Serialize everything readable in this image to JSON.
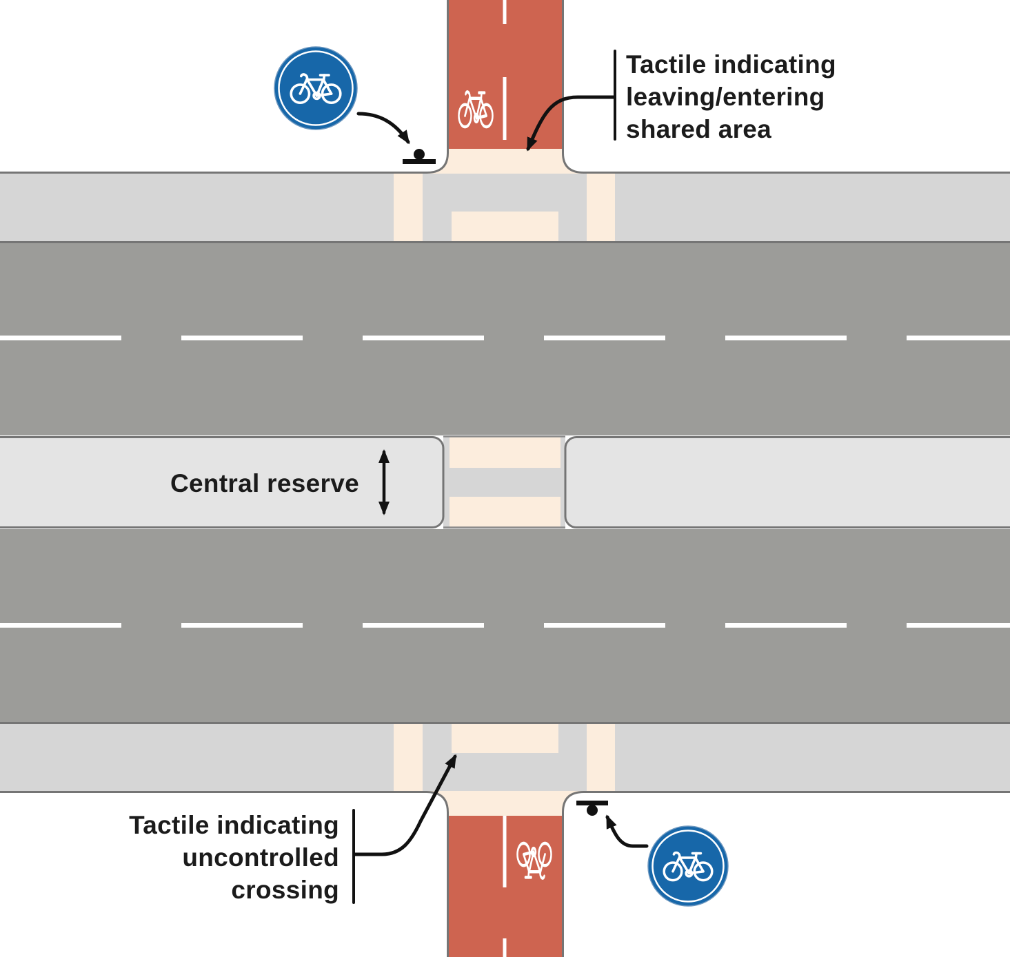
{
  "labels": {
    "tactile_shared": {
      "lines": [
        "Tactile indicating",
        "leaving/entering",
        "shared area"
      ]
    },
    "central_reserve": {
      "text": "Central reserve"
    },
    "tactile_uncontrolled": {
      "lines": [
        "Tactile indicating",
        "uncontrolled",
        "crossing"
      ]
    }
  },
  "icons": {
    "top_sign": "mandatory-cycle-route-sign",
    "bottom_sign": "mandatory-cycle-route-sign",
    "track_marking_top": "bicycle-symbol",
    "track_marking_bottom": "bicycle-symbol-rotated",
    "tactile_marker_top": "tactile-stud-marker",
    "tactile_marker_bottom": "tactile-stud-marker",
    "reserve_width_arrow": "double-headed-arrow",
    "centre_line": "dashed-white-centre-line"
  },
  "colors": {
    "track_red": "#CE6450",
    "tactile_cream": "#FCEDDD",
    "footway_grey": "#D6D6D6",
    "reserve_grey": "#E4E4E4",
    "road_grey": "#9C9C99",
    "border_grey": "#757575",
    "gap_line_grey": "#8A8A8A",
    "sign_blue": "#1767A9",
    "marking_white": "#FFFFFF",
    "leader_black": "#111111",
    "ink": "#1B1B1B"
  }
}
